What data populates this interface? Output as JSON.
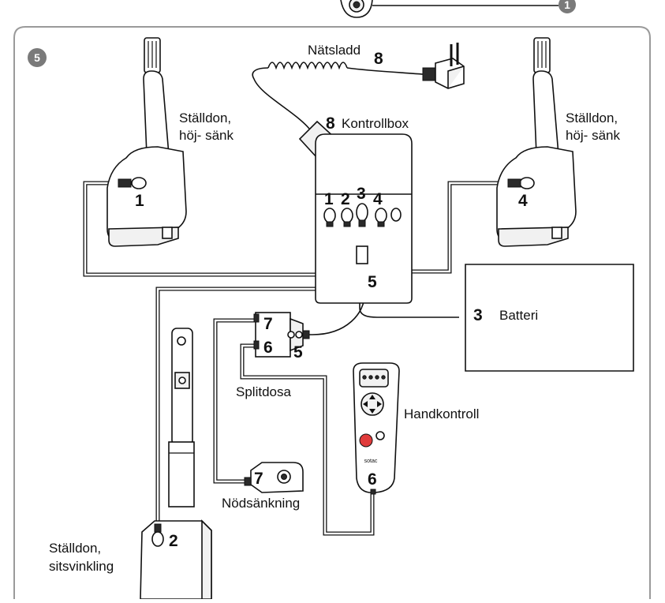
{
  "top_badge": "1",
  "panel_badge": "5",
  "labels": {
    "power_cord": "Nätsladd",
    "control_box": "Kontrollbox",
    "actuator_left_line1": "Ställdon,",
    "actuator_left_line2": "höj- sänk",
    "actuator_right_line1": "Ställdon,",
    "actuator_right_line2": "höj- sänk",
    "battery": "Batteri",
    "hand_control": "Handkontroll",
    "split_box": "Splitdosa",
    "emergency_lowering": "Nödsänkning",
    "tilt_actuator_line1": "Ställdon,",
    "tilt_actuator_line2": "sitsvinkling",
    "hand_brand": "sotac"
  },
  "numbers": {
    "power_cord": "8",
    "control_box": "8",
    "port_1": "1",
    "port_2": "2",
    "port_3": "3",
    "port_4": "4",
    "port_5": "5",
    "actuator_left": "1",
    "actuator_right": "4",
    "battery": "3",
    "split_top": "7",
    "split_bottom": "6",
    "split_cable": "5",
    "hand_control": "6",
    "emergency": "7",
    "tilt_actuator": "2"
  },
  "colors": {
    "badge_fill": "#7a7a7a",
    "panel_border": "#9a9a9a",
    "stop_button": "#e03b3b",
    "line": "#111111"
  }
}
